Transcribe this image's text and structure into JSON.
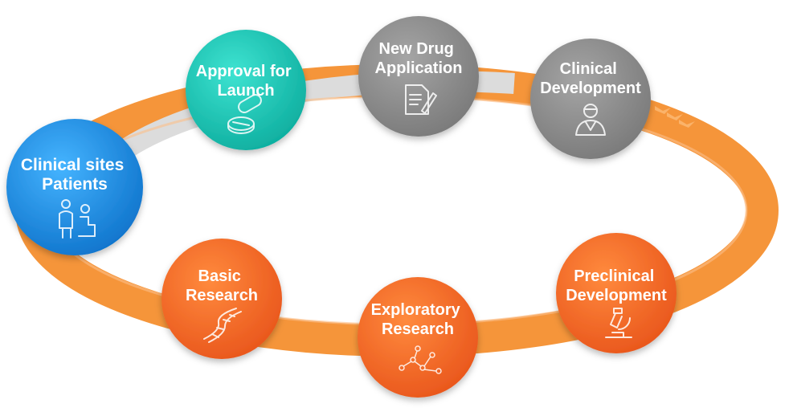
{
  "stages": [
    {
      "id": "clinical-sites",
      "lines": [
        "Clinical sites",
        "Patients"
      ],
      "icon": "doctor-patient-icon",
      "color": "#1e8fe6"
    },
    {
      "id": "approval",
      "lines": [
        "Approval for",
        "Launch"
      ],
      "icon": "pills-icon",
      "color": "#17c7b7"
    },
    {
      "id": "nda",
      "lines": [
        "New Drug",
        "Application"
      ],
      "icon": "document-pen-icon",
      "color": "#8c8c8c"
    },
    {
      "id": "clinical-dev",
      "lines": [
        "Clinical",
        "Development"
      ],
      "icon": "doctor-icon",
      "color": "#8c8c8c"
    },
    {
      "id": "basic",
      "lines": [
        "Basic",
        "Research"
      ],
      "icon": "dna-icon",
      "color": "#f26522"
    },
    {
      "id": "exploratory",
      "lines": [
        "Exploratory",
        "Research"
      ],
      "icon": "molecule-icon",
      "color": "#f26522"
    },
    {
      "id": "preclinical",
      "lines": [
        "Preclinical",
        "Development"
      ],
      "icon": "microscope-icon",
      "color": "#f26522"
    }
  ],
  "colors": {
    "orange_track": "#f5953a",
    "gray_track": "#d9d9d9",
    "blue": "#1e8fe6",
    "teal": "#17c7b7",
    "gray": "#8c8c8c",
    "orange": "#f26522"
  }
}
